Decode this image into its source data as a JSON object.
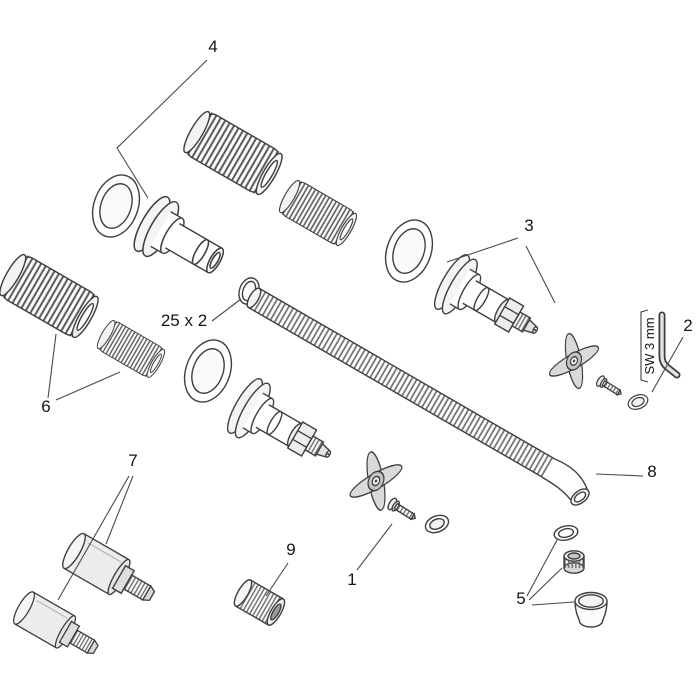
{
  "diagram": {
    "background": "#ffffff",
    "stroke_color": "#3f3f3f",
    "callouts": [
      {
        "id": "part-1",
        "label": "1"
      },
      {
        "id": "part-2",
        "label": "2"
      },
      {
        "id": "part-3",
        "label": "3"
      },
      {
        "id": "part-4",
        "label": "4"
      },
      {
        "id": "part-5",
        "label": "5"
      },
      {
        "id": "part-6",
        "label": "6"
      },
      {
        "id": "part-7",
        "label": "7"
      },
      {
        "id": "part-8",
        "label": "8"
      },
      {
        "id": "part-9",
        "label": "9"
      }
    ],
    "annotations": {
      "oring_size": "25 x 2",
      "wrench_size": "SW 3 mm"
    }
  }
}
